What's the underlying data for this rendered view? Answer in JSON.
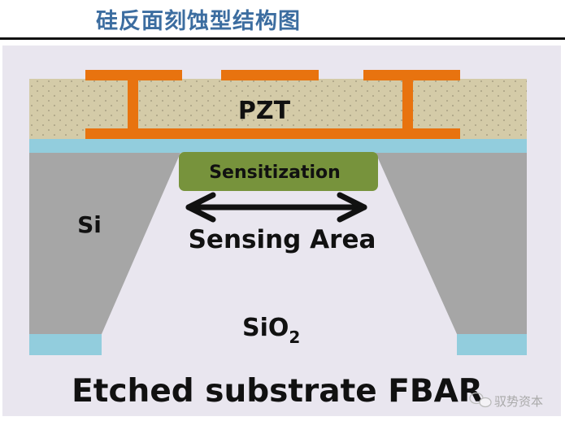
{
  "title": "硅反面刻蚀型结构图",
  "diagram": {
    "pzt_label": "PZT",
    "sensitization_label": "Sensitization",
    "sensing_area_label": "Sensing Area",
    "si_label": "Si",
    "sio2_label": "SiO",
    "sio2_subscript": "2",
    "caption": "Etched substrate FBAR"
  },
  "watermark": "驭势资本",
  "colors": {
    "title": "#3c6da0",
    "panel": "#e9e6ef",
    "pzt": "#d4cba8",
    "electrode": "#e8730f",
    "buffer": "#92cddd",
    "silicon": "#a6a6a6",
    "sensitization": "#77933c"
  }
}
